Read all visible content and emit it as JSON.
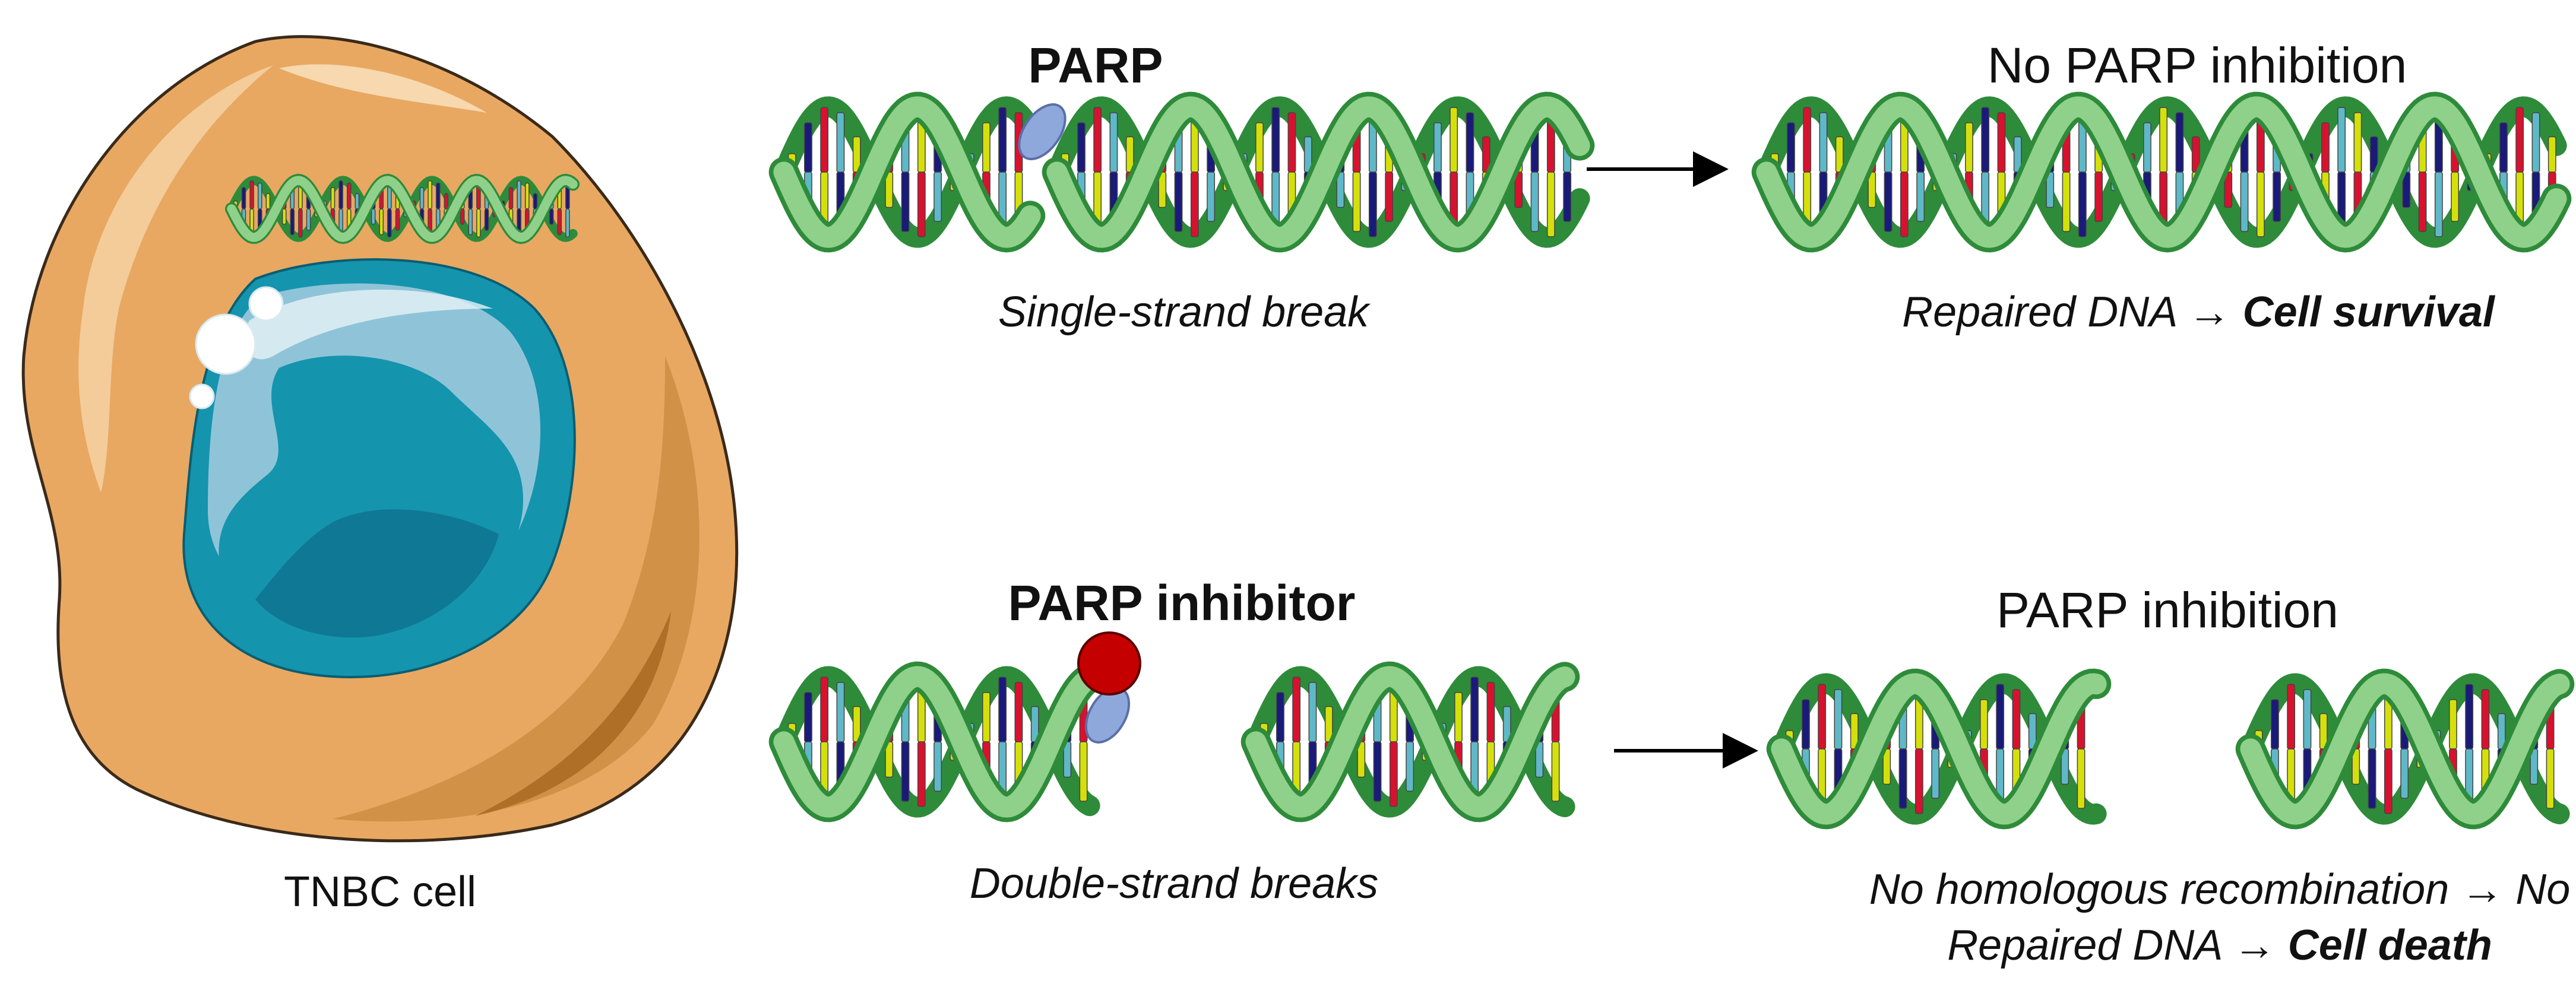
{
  "cell": {
    "label": "TNBC cell"
  },
  "top_row": {
    "protein_label": "PARP",
    "left_caption": "Single-strand break",
    "right_title": "No PARP inhibition",
    "right_caption_prefix": "Repaired DNA → ",
    "right_caption_outcome": "Cell survival"
  },
  "bottom_row": {
    "protein_label": "PARP inhibitor",
    "left_caption": "Double-strand breaks",
    "right_title": "PARP inhibition",
    "right_caption_line1": "No homologous recombination → No",
    "right_caption_line2_prefix": "Repaired DNA → ",
    "right_caption_outcome": "Cell death"
  },
  "colors": {
    "cell_body": "#E8A862",
    "cell_dark": "#C98A3E",
    "nucleus_outer": "#1594AE",
    "nucleus_light": "#8FC4D8",
    "nucleus_dark": "#0E7390",
    "dna_backbone_light": "#8FD18A",
    "dna_backbone_dark": "#2E8B3A",
    "parp_protein": "#8FA8DC",
    "inhibitor": "#C40000",
    "base_pairs": [
      "#D5E00A",
      "#1A1A7A",
      "#D8122E",
      "#5FB8C8",
      "#FFFFFF"
    ]
  }
}
